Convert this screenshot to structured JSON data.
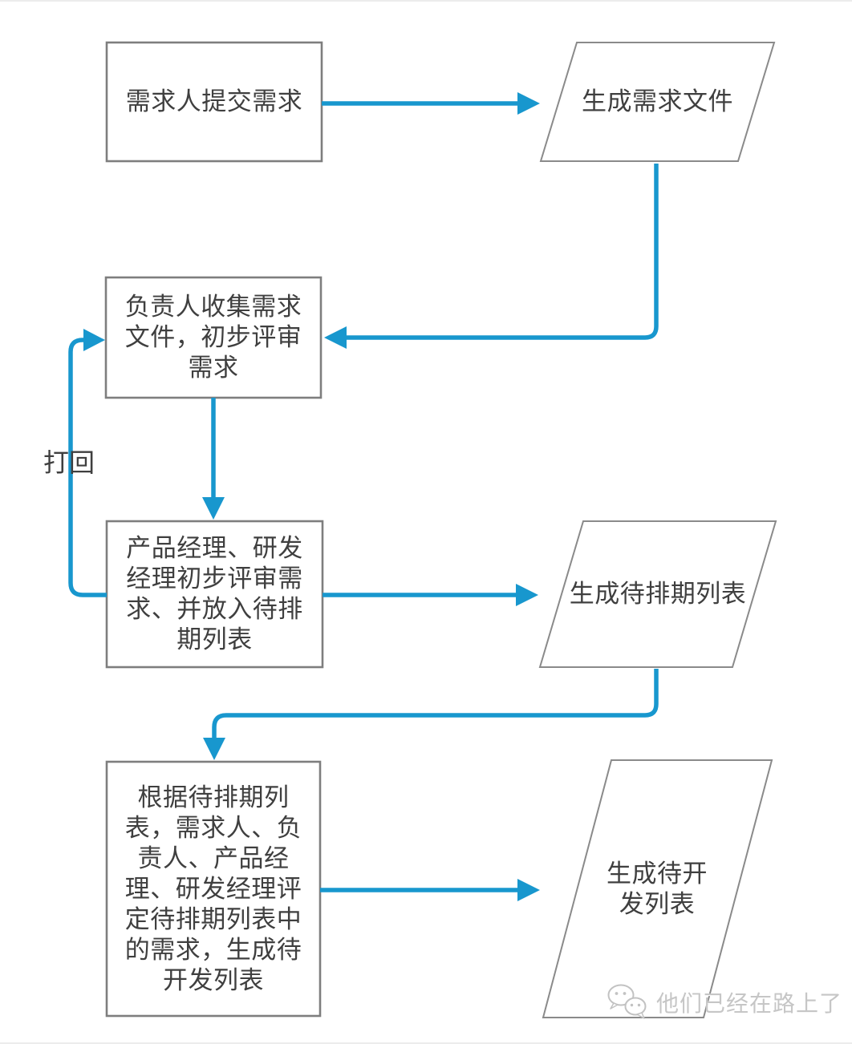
{
  "colors": {
    "arrow": "#1897CE",
    "process_border": "#7E7E7E",
    "data_border": "#8A8A8A",
    "text": "#3F3F3F",
    "watermark": "#C6C6C6"
  },
  "nodes": {
    "submit": {
      "type": "process",
      "label": "需求人提交需求",
      "lines": [
        "需求人提交需求"
      ]
    },
    "reqdoc": {
      "type": "data",
      "label": "生成需求文件",
      "lines": [
        "生成需求文件"
      ]
    },
    "collect": {
      "type": "process",
      "label": "负责人收集需求文件，初步评审需求",
      "lines": [
        "负责人收集需求",
        "文件，初步评审",
        "需求"
      ]
    },
    "review": {
      "type": "process",
      "label": "产品经理、研发经理初步评审需求、并放入待排期列表",
      "lines": [
        "产品经理、研发",
        "经理初步评审需",
        "求、并放入待排",
        "期列表"
      ]
    },
    "schedule": {
      "type": "data",
      "label": "生成待排期列表",
      "lines": [
        "生成待排期列表"
      ]
    },
    "evaluate": {
      "type": "process",
      "label": "根据待排期列表，需求人、负责人、产品经理、研发经理评定待排期列表中的需求，生成待开发列表",
      "lines": [
        "根据待排期列",
        "表，需求人、负",
        "责人、产品经",
        "理、研发经理评",
        "定待排期列表中",
        "的需求，生成待",
        "开发列表"
      ]
    },
    "devlist": {
      "type": "data",
      "label": "生成待开发列表",
      "lines": [
        "生成待开",
        "发列表"
      ]
    }
  },
  "edges": {
    "reject_label": "打回"
  },
  "watermark": {
    "text": "他们已经在路上了",
    "icon": "wechat-logo"
  }
}
